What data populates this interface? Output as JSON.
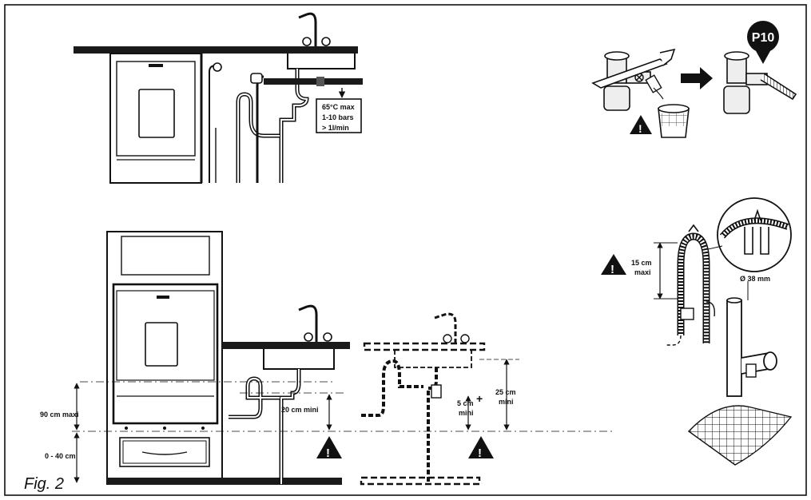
{
  "figure": {
    "caption": "Fig. 2"
  },
  "top_install": {
    "water_spec": [
      "65°C max",
      "1-10 bars",
      "> 1l/min"
    ]
  },
  "siphon_detail": {
    "badge": "P10"
  },
  "hose_detail": {
    "height_label": [
      "15 cm",
      "maxi"
    ],
    "diameter_label": "Ø 38 mm"
  },
  "bottom_install": {
    "height_max": "90 cm maxi",
    "plinth_range": "0 - 40 cm",
    "min_drain_height": "20 cm mini",
    "mid_min": [
      "5 cm",
      "mini"
    ],
    "right_min": [
      "25 cm",
      "mini"
    ]
  },
  "icons": [
    "warning-icon",
    "arrow-right-icon",
    "tap-icon",
    "siphon-icon",
    "bucket-icon"
  ]
}
